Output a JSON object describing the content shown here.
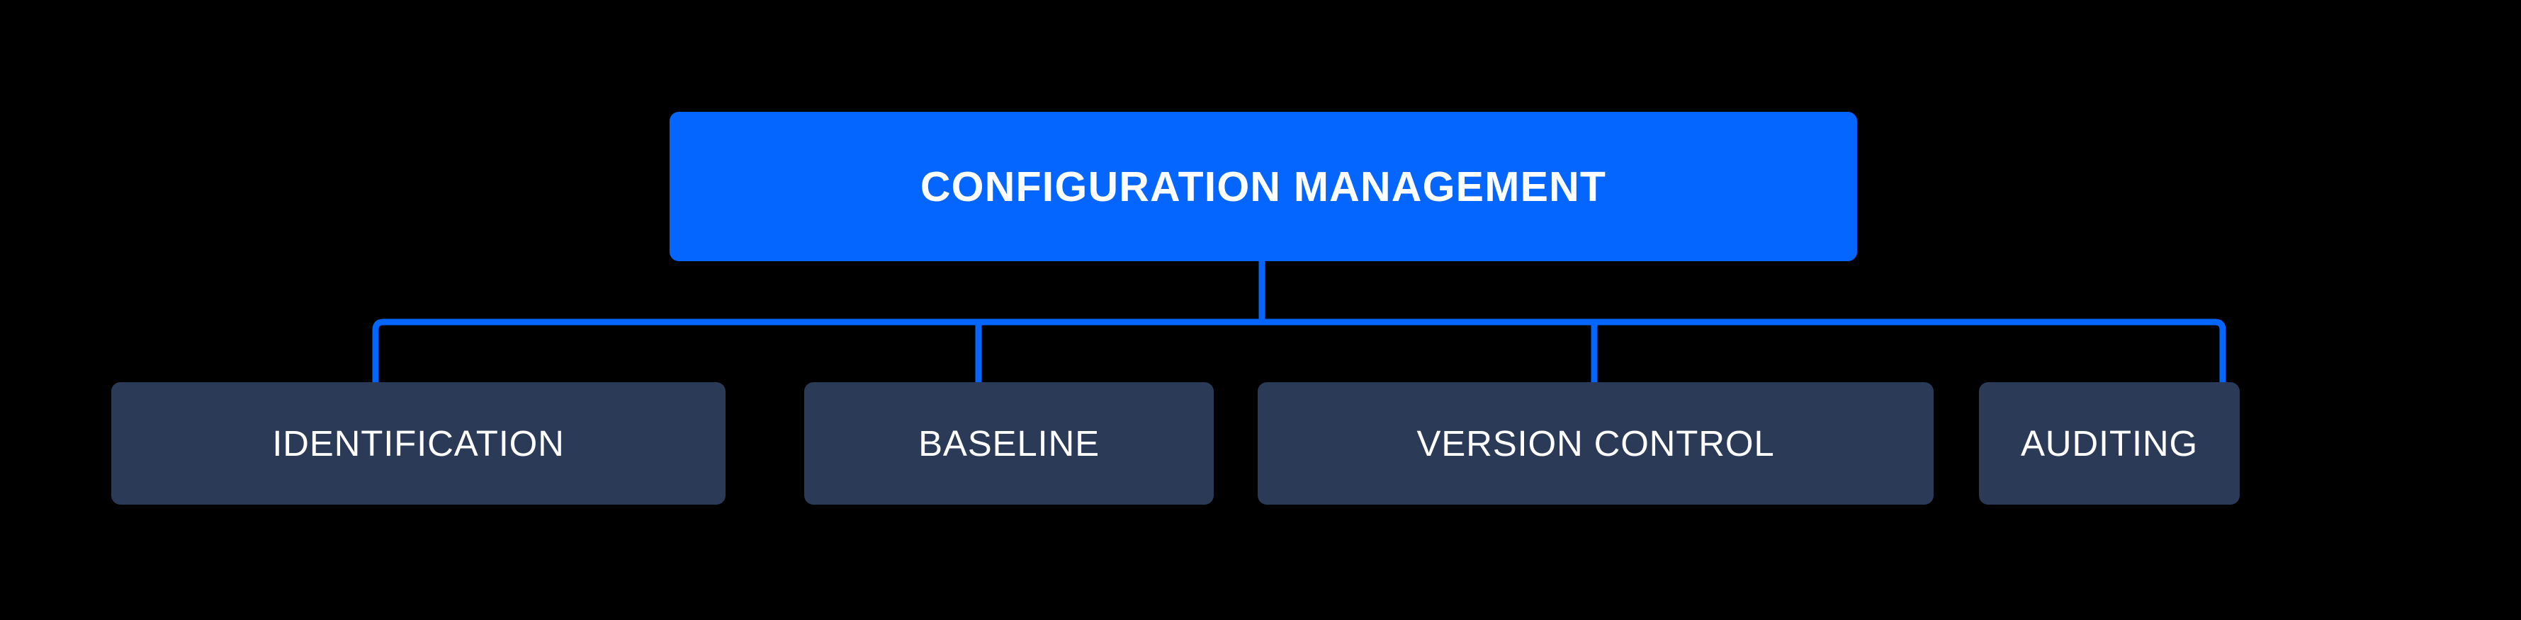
{
  "diagram": {
    "title": "Configuration Management",
    "type": "hierarchy-tree",
    "background_color": "#000000",
    "accent_color": "#0566ff",
    "node_color": "#2a3a57",
    "text_color": "#ffffff",
    "connector_color": "#0566ff",
    "root": {
      "label": "CONFIGURATION MANAGEMENT"
    },
    "children": [
      {
        "label": "IDENTIFICATION"
      },
      {
        "label": "BASELINE"
      },
      {
        "label": "VERSION CONTROL"
      },
      {
        "label": "AUDITING"
      }
    ]
  }
}
